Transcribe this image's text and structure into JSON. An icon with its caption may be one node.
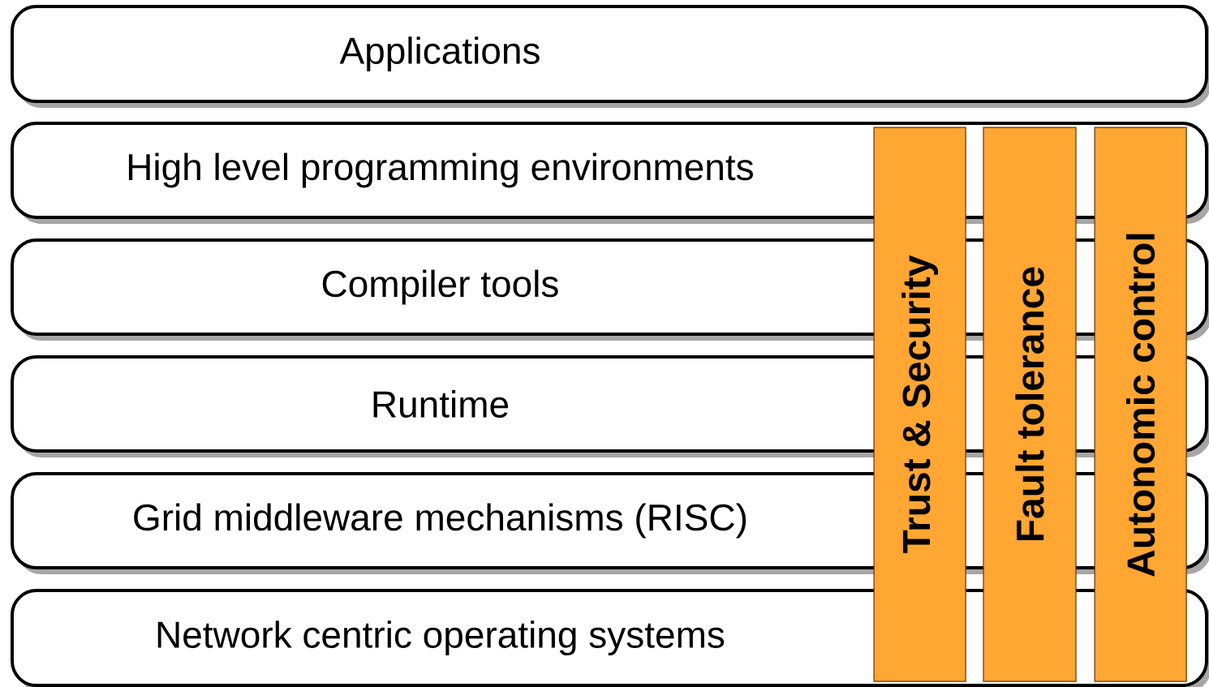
{
  "diagram": {
    "nodes": [
      {
        "text": [
          "Applications"
        ]
      },
      {
        "text": [
          "High level programming environments"
        ]
      },
      {
        "text": [
          "Compiler tools"
        ]
      },
      {
        "text": [
          "Runtime"
        ]
      },
      {
        "text": [
          "Grid middleware mechanisms (RISC)"
        ]
      },
      {
        "text": [
          "Network centric operating systems"
        ]
      },
      {
        "text": [
          "Trust & Security"
        ]
      },
      {
        "text": [
          "Fault tolerance"
        ]
      },
      {
        "text": [
          "Autonomic control"
        ]
      }
    ]
  }
}
